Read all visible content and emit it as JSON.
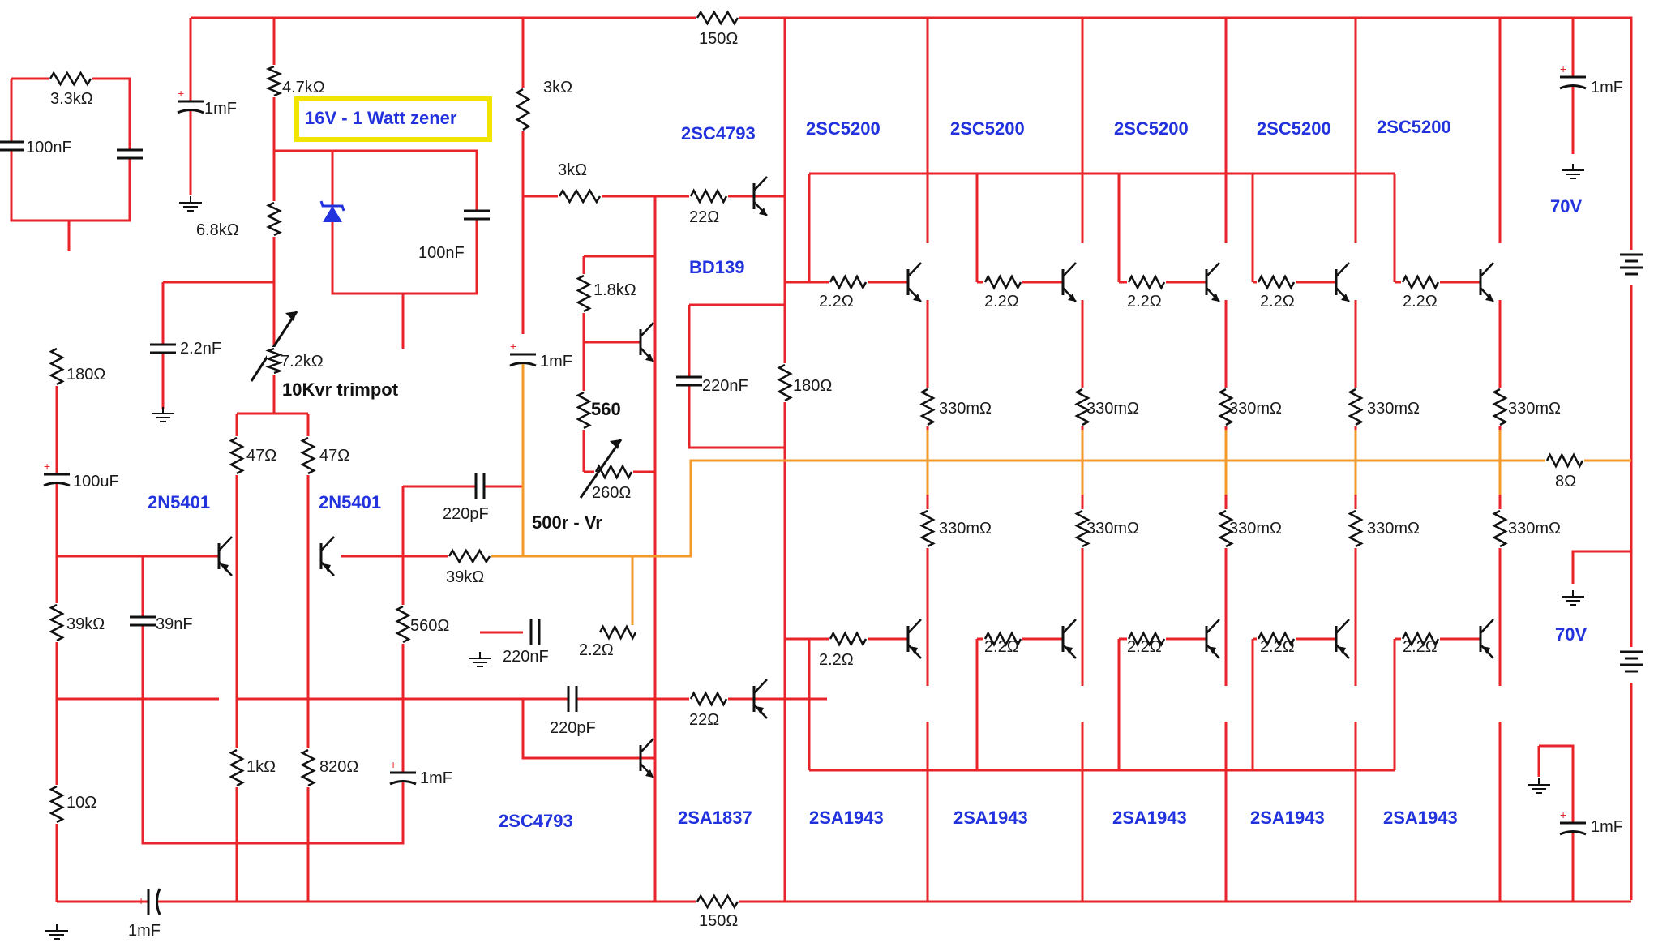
{
  "colors": {
    "wire": "#e8232a",
    "signal_wire": "#f39a2a",
    "component": "#111111",
    "part_label": "#2233dd",
    "zener": "#2233dd",
    "highlight_box": "#f1e400",
    "background": "#ffffff"
  },
  "icons": {
    "resistor": "resistor-icon",
    "capacitor": "capacitor-icon",
    "ground": "ground-icon",
    "battery": "battery-icon",
    "zener": "zener-diode-icon",
    "transistor": "transistor-icon",
    "trimmer": "variable-resistor-arrow-icon"
  },
  "values": {
    "r_150_top": "150Ω",
    "r_150_bottom": "150Ω",
    "r_3k3": "3.3kΩ",
    "c_100n_filter": "100nF",
    "c_1mf_top": "1mF",
    "r_4k7": "4.7kΩ",
    "r_6k8": "6.8kΩ",
    "c_100n_zener": "100nF",
    "c_2n2": "2.2nF",
    "r_7k2": "7.2kΩ",
    "trimpot_label": "10Kvr trimpot",
    "r_180_in": "180Ω",
    "c_100uf": "100uF",
    "r_39k_in": "39kΩ",
    "c_39n": "39nF",
    "r_10": "10Ω",
    "c_1mf_bottom": "1mF",
    "r_47_a": "47Ω",
    "r_47_b": "47Ω",
    "r_1k": "1kΩ",
    "r_820": "820Ω",
    "r_3k_vert": "3kΩ",
    "r_3k_horiz": "3kΩ",
    "c_1mf_mid": "1mF",
    "c_220p_a": "220pF",
    "r_39k_fb": "39kΩ",
    "r_560_fb": "560Ω",
    "c_1mf_fb": "1mF",
    "c_220n_zobel": "220nF",
    "r_2r2_zobel": "2.2Ω",
    "r_1k8": "1.8kΩ",
    "r_560_vbe": "560",
    "r_260": "260Ω",
    "vr_500": "500r - Vr",
    "c_220p_b": "220pF",
    "r_22_top": "22Ω",
    "r_22_bottom": "22Ω",
    "c_220n_driver": "220nF",
    "r_180_driver": "180Ω",
    "r_2r2_top": [
      "2.2Ω",
      "2.2Ω",
      "2.2Ω",
      "2.2Ω",
      "2.2Ω"
    ],
    "r_2r2_bottom": [
      "2.2Ω",
      "2.2Ω",
      "2.2Ω",
      "2.2Ω",
      "2.2Ω"
    ],
    "r_330m_top": [
      "330mΩ",
      "330mΩ",
      "330mΩ",
      "330mΩ",
      "330mΩ"
    ],
    "r_330m_bottom": [
      "330mΩ",
      "330mΩ",
      "330mΩ",
      "330mΩ",
      "330mΩ"
    ],
    "r_load": "8Ω",
    "c_1mf_supply_top": "1mF",
    "c_1mf_supply_bottom": "1mF",
    "supply_pos": "70V",
    "supply_neg": "70V"
  },
  "parts": {
    "zener_note": "16V - 1 Watt zener",
    "q_input_left": "2N5401",
    "q_input_right": "2N5401",
    "q_driver_top": "2SC4793",
    "q_vbe": "BD139",
    "q_vas": "2SC4793",
    "q_driver_bottom": "2SA1837",
    "npn_outputs": [
      "2SC5200",
      "2SC5200",
      "2SC5200",
      "2SC5200",
      "2SC5200"
    ],
    "pnp_outputs": [
      "2SA1943",
      "2SA1943",
      "2SA1943",
      "2SA1943",
      "2SA1943"
    ]
  }
}
